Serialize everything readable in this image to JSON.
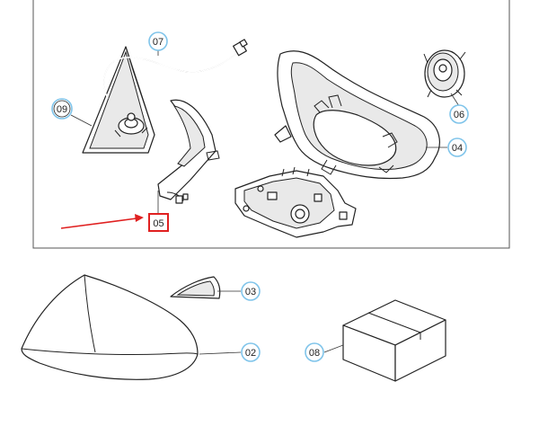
{
  "callouts": {
    "c07": "07",
    "c09": "09",
    "c05": "05",
    "c06": "06",
    "c04": "04",
    "c03": "03",
    "c02": "02",
    "c08": "08"
  },
  "colors": {
    "bubble_stroke": "#7fc4ea",
    "highlight": "#e02020",
    "line": "#222222"
  }
}
